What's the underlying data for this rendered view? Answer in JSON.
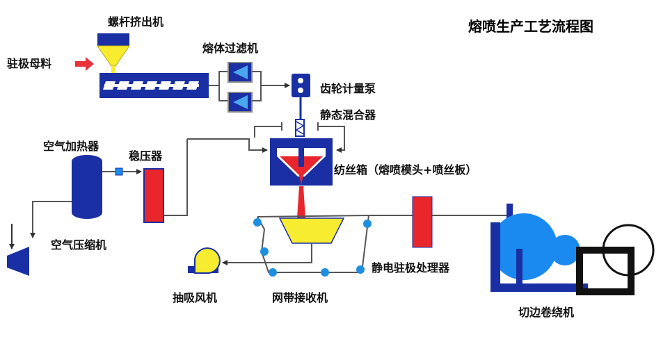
{
  "title": "熔喷生产工艺流程图",
  "labels": {
    "screw_extruder": "螺杆挤出机",
    "electret_masterbatch": "驻极母料",
    "melt_filter": "熔体过滤机",
    "gear_metering_pump": "齿轮计量泵",
    "static_mixer": "静态混合器",
    "air_heater": "空气加热器",
    "pressure_regulator": "稳压器",
    "spin_box": "纺丝箱（熔喷模头+喷丝板）",
    "air_compressor": "空气压缩机",
    "suction_fan": "抽吸风机",
    "mesh_belt_receiver": "网带接收机",
    "electrostatic_electret": "静电驻极处理器",
    "edge_cutting_winder": "切边卷绕机"
  },
  "colors": {
    "equipment_blue": "#1a2fa3",
    "belt_blue": "#1e8fe0",
    "accent_red": "#e8262c",
    "accent_yellow": "#f7ec2f",
    "winder_blue": "#1a8af0",
    "line_gray": "#555555",
    "arrow_red": "#e8333a"
  }
}
